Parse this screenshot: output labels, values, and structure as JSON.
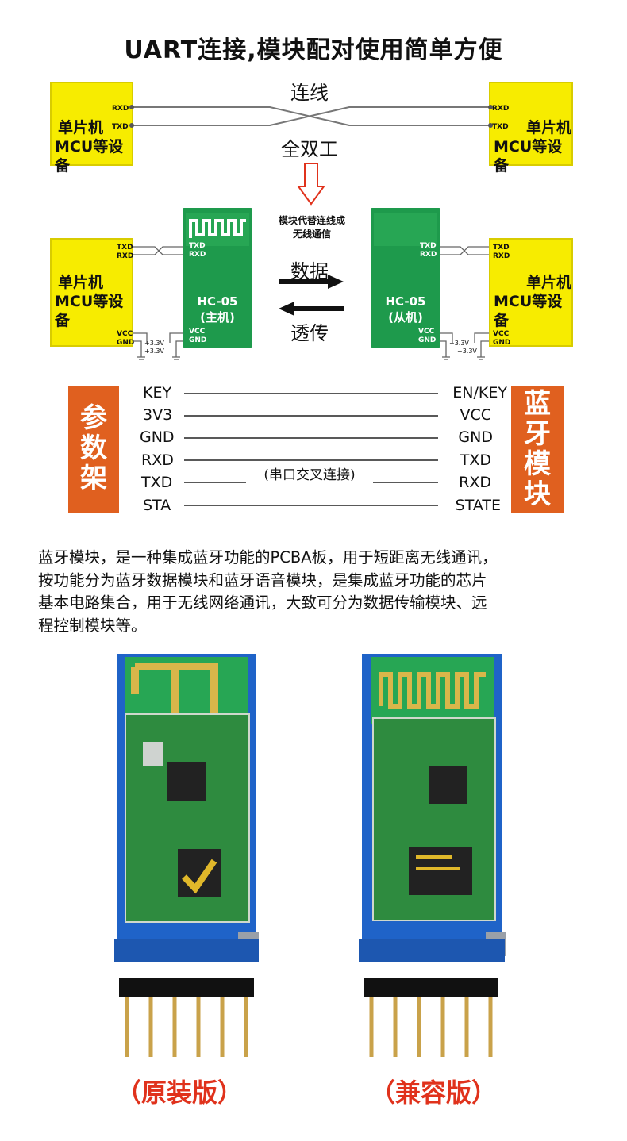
{
  "title": "UART连接,模块配对使用简单方便",
  "top_diagram": {
    "left_box": {
      "line1": "单片机",
      "line2": "MCU等设备",
      "pin_rx": "RXD",
      "pin_tx": "TXD"
    },
    "right_box": {
      "line1": "单片机",
      "line2": "MCU等设备",
      "pin_rx": "RXD",
      "pin_tx": "TXD"
    },
    "label_top": "连线",
    "label_bottom": "全双工"
  },
  "module_diagram": {
    "left_box": {
      "line1": "单片机",
      "line2": "MCU等设备",
      "pin_tx": "TXD",
      "pin_rx": "RXD",
      "pin_vcc": "VCC",
      "pin_gnd": "GND",
      "v1": "+3.3V",
      "v2": "+3.3V"
    },
    "right_box": {
      "line1": "单片机",
      "line2": "MCU等设备",
      "pin_tx": "TXD",
      "pin_rx": "RXD",
      "pin_vcc": "VCC",
      "pin_gnd": "GND",
      "v1": "+3.3V",
      "v2": "+3.3V"
    },
    "master": {
      "name": "HC-05",
      "role": "(主机)",
      "p_tx": "TXD",
      "p_rx": "RXD",
      "p_vcc": "VCC",
      "p_gnd": "GND"
    },
    "slave": {
      "name": "HC-05",
      "role": "(从机)",
      "p_tx": "TXD",
      "p_rx": "RXD",
      "p_vcc": "VCC",
      "p_gnd": "GND"
    },
    "note_line1": "模块代替连线成",
    "note_line2": "无线通信",
    "label_top": "数据",
    "label_bottom": "透传"
  },
  "pin_map": {
    "left_title": [
      "参",
      "数",
      "架"
    ],
    "right_title": [
      "蓝",
      "牙",
      "模",
      "块"
    ],
    "rows": [
      {
        "left": "KEY",
        "right": "EN/KEY"
      },
      {
        "left": "3V3",
        "right": "VCC"
      },
      {
        "left": "GND",
        "right": "GND"
      },
      {
        "left": "RXD",
        "right": "TXD"
      },
      {
        "left": "TXD",
        "right": "RXD"
      },
      {
        "left": "STA",
        "right": "STATE"
      }
    ],
    "cross_note": "(串口交叉连接)"
  },
  "description": {
    "line1": "蓝牙模块，是一种集成蓝牙功能的PCBA板，用于短距离无线通讯，",
    "line2": "按功能分为蓝牙数据模块和蓝牙语音模块，是集成蓝牙功能的芯片",
    "line3": "基本电路集合，用于无线网络通讯，大致可分为数据传输模块、远",
    "line4": "程控制模块等。"
  },
  "products": {
    "left_caption": "（原装版）",
    "right_caption": "（兼容版）"
  },
  "colors": {
    "yellow": "#f7ec00",
    "green": "#1e9a4c",
    "orange": "#e0601f",
    "red": "#e0321c",
    "blue": "#1f63c8"
  }
}
